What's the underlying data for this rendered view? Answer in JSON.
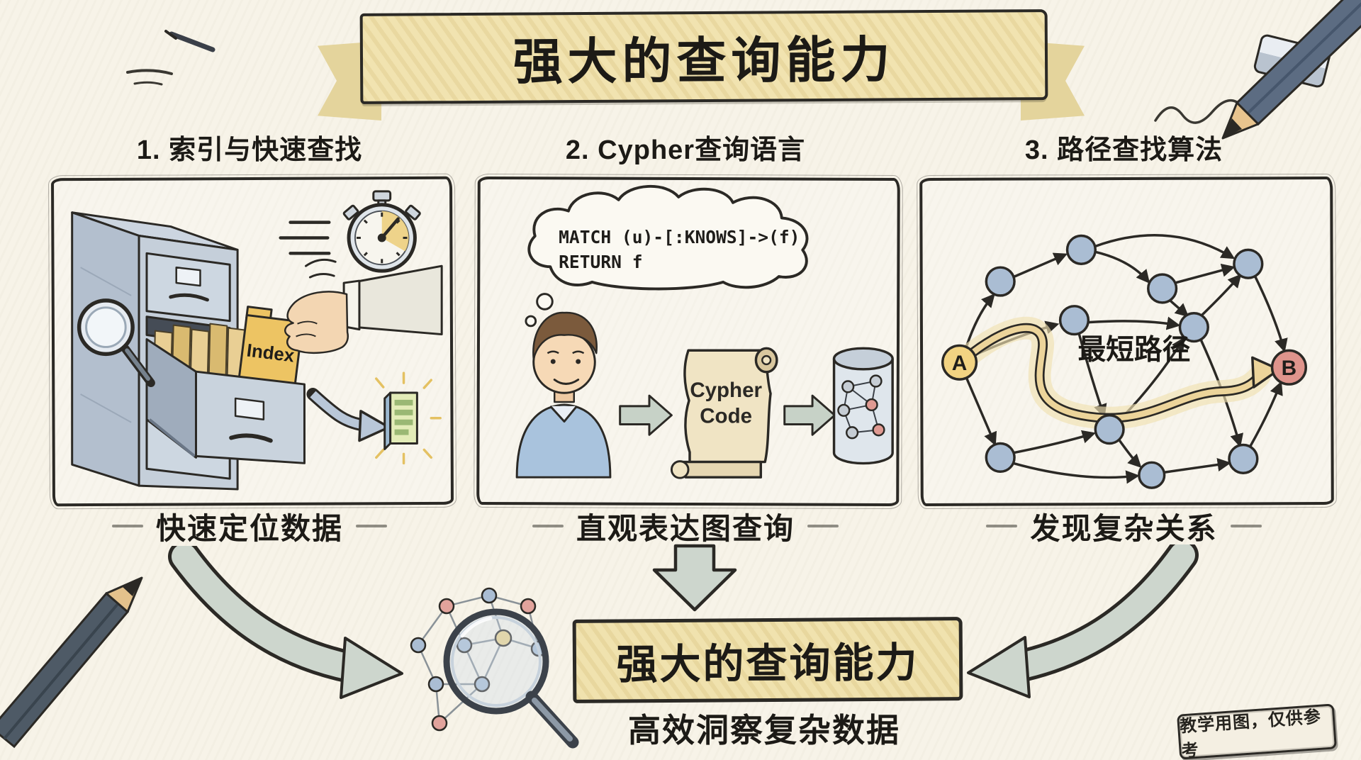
{
  "banner": {
    "title": "强大的查询能力"
  },
  "panels": [
    {
      "title": "1. 索引与快速查找",
      "caption": "快速定位数据",
      "folder_label": "Index",
      "icons": [
        "filing-cabinet",
        "magnifier",
        "stopwatch",
        "index-folder",
        "hand",
        "data-card",
        "arrow"
      ]
    },
    {
      "title": "2. Cypher查询语言",
      "caption": "直观表达图查询",
      "code": {
        "line1": "MATCH (u)-[:KNOWS]->(f)",
        "line2": "RETURN f"
      },
      "scroll": {
        "line1": "Cypher",
        "line2": "Code"
      },
      "icons": [
        "thought-cloud",
        "person",
        "flow-arrow",
        "scroll",
        "graph-database"
      ]
    },
    {
      "title": "3. 路径查找算法",
      "caption": "发现复杂关系",
      "path_label": "最短路径",
      "start_node": "A",
      "end_node": "B",
      "icons": [
        "graph-network",
        "highlighted-path"
      ]
    }
  ],
  "footer": {
    "title": "强大的查询能力",
    "caption": "高效洞察复杂数据",
    "badge": "教学用图，仅供参考",
    "icons": [
      "magnifier-over-graph",
      "converging-arrows"
    ]
  },
  "decorations": {
    "icons": [
      "pencil-top-right",
      "pencil-bottom-left",
      "eraser",
      "scribbles"
    ]
  },
  "colors": {
    "paper": "#f7f3e8",
    "ink": "#2b2925",
    "banner_fill": "#f1e3b0",
    "node_blue": "#aabdd3",
    "node_start_yellow": "#f2d382",
    "node_end_red": "#df948c",
    "path_highlight": "#ecd49a",
    "flow_arrow_gray": "#cdd6cd",
    "folder_yellow": "#edc463",
    "cabinet_gray": "#c5cfda",
    "shirt_blue": "#a9c3dd"
  }
}
